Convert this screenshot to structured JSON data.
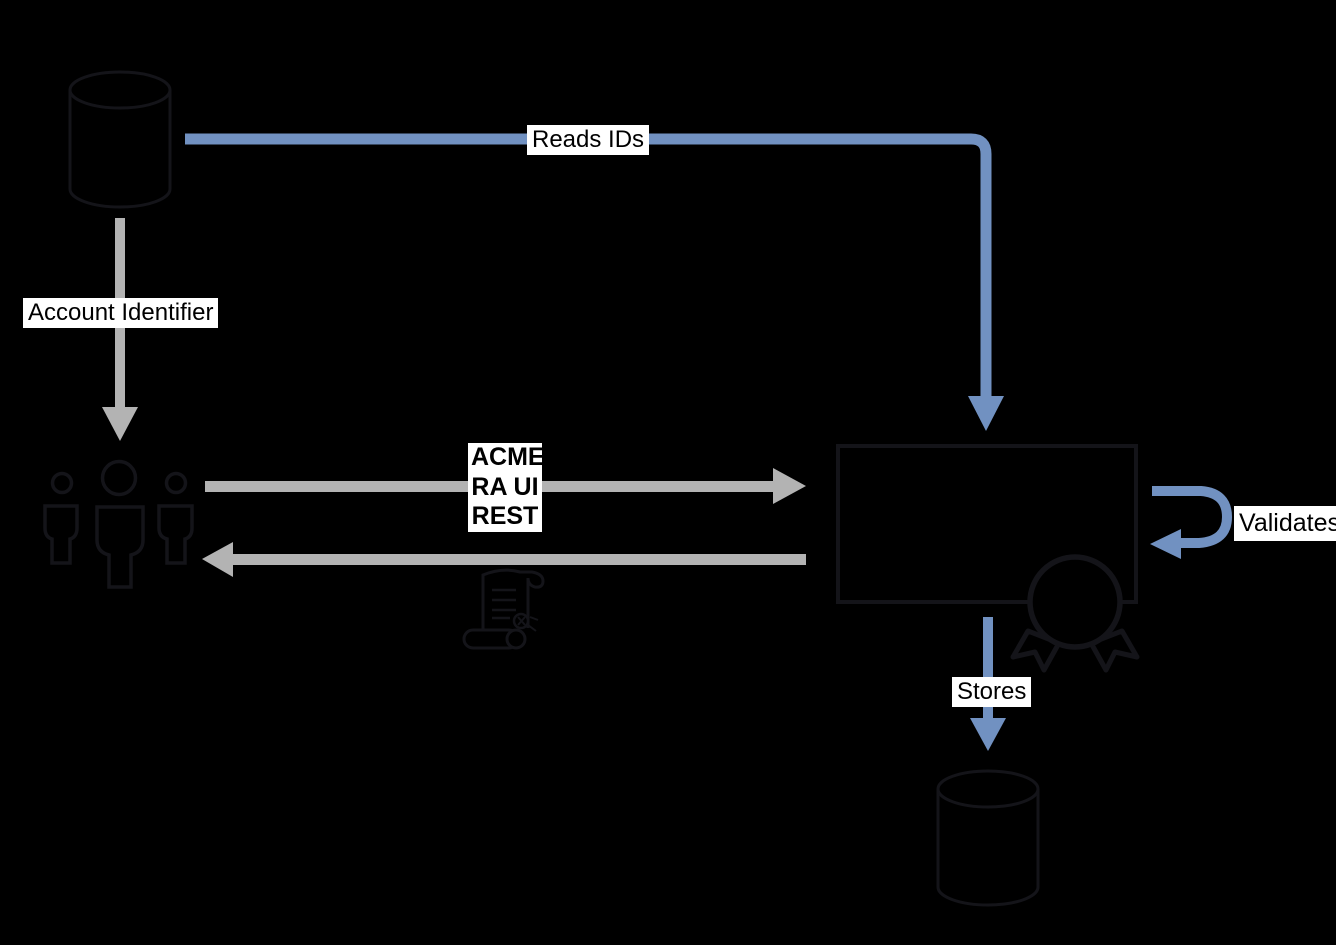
{
  "diagram": {
    "colors": {
      "background": "#000000",
      "flow_blue": "#7191c1",
      "flow_gray": "#b3b3b3",
      "shape_stroke": "#141419",
      "label_bg": "#ffffff",
      "label_text": "#000000"
    },
    "labels": {
      "reads_ids": "Reads IDs",
      "account_identifier": "Account Identifier",
      "acme_lines": [
        "ACME",
        "RA UI",
        "REST"
      ],
      "validates": "Validates",
      "stores": "Stores"
    },
    "nodes": {
      "source_database": {
        "icon": "database-cylinder-icon"
      },
      "users_group": {
        "icon": "users-icon"
      },
      "ra_process_box": {
        "icon": "process-box"
      },
      "certificate_badge": {
        "icon": "certificate-rosette-icon"
      },
      "certificate_scroll": {
        "icon": "certificate-scroll-icon"
      },
      "stores_database": {
        "icon": "database-cylinder-icon"
      }
    },
    "edges": [
      {
        "label": "Reads IDs",
        "color": "blue",
        "from": "ra_process_box",
        "to_area": "source_database",
        "direction": "down-into-box"
      },
      {
        "label": "Account Identifier",
        "color": "gray",
        "from": "source_database",
        "to": "users_group"
      },
      {
        "label": "ACME RA UI REST",
        "color": "gray",
        "from": "users_group",
        "to": "ra_process_box"
      },
      {
        "label": "ACME RA UI REST (response)",
        "color": "gray",
        "from": "ra_process_box",
        "to": "users_group"
      },
      {
        "label": "Validates",
        "color": "blue",
        "self_loop": "ra_process_box"
      },
      {
        "label": "Stores",
        "color": "blue",
        "from": "ra_process_box",
        "to": "stores_database"
      }
    ]
  }
}
